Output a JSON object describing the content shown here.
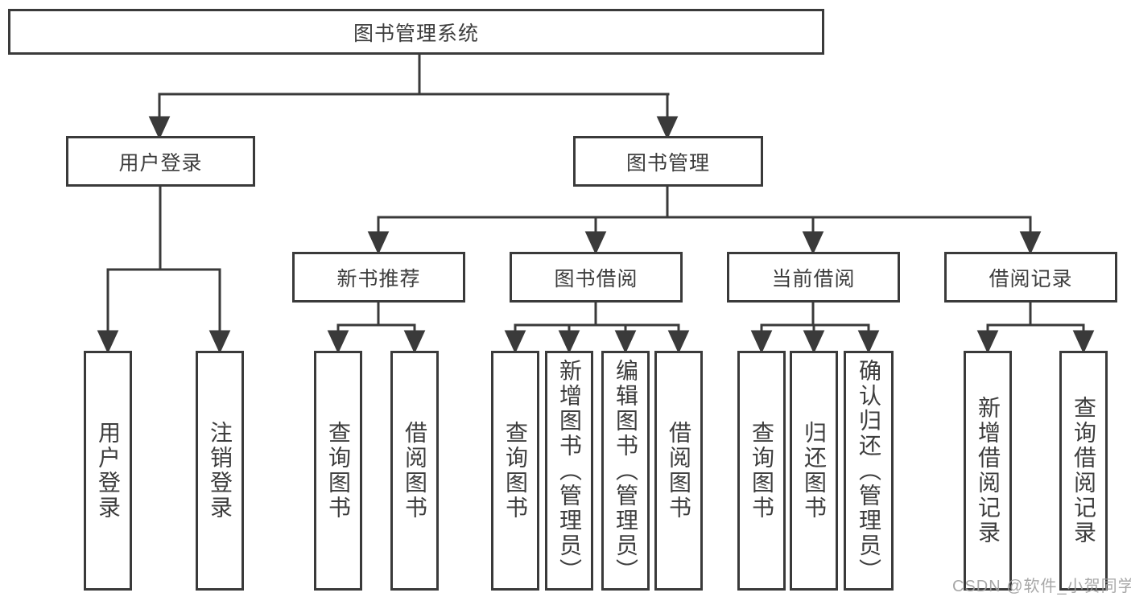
{
  "diagram_title": "图书管理系统",
  "tree": {
    "label": "图书管理系统",
    "children": [
      {
        "label": "用户登录",
        "children": [
          {
            "label": "用户登录"
          },
          {
            "label": "注销登录"
          }
        ]
      },
      {
        "label": "图书管理",
        "children": [
          {
            "label": "新书推荐",
            "children": [
              {
                "label": "查询图书"
              },
              {
                "label": "借阅图书"
              }
            ]
          },
          {
            "label": "图书借阅",
            "children": [
              {
                "label": "查询图书"
              },
              {
                "label": "新增图书（管理员）"
              },
              {
                "label": "编辑图书（管理员）"
              },
              {
                "label": "借阅图书"
              }
            ]
          },
          {
            "label": "当前借阅",
            "children": [
              {
                "label": "查询图书"
              },
              {
                "label": "归还图书"
              },
              {
                "label": "确认归还（管理员）"
              }
            ]
          },
          {
            "label": "借阅记录",
            "children": [
              {
                "label": "新增借阅记录"
              },
              {
                "label": "查询借阅记录"
              }
            ]
          }
        ]
      }
    ]
  },
  "watermark": "CSDN @软件_小贺同学",
  "colors": {
    "line": "#3a3a3a",
    "text": "#3d3d3d",
    "watermark": "#9e9e9e",
    "background": "#ffffff"
  }
}
